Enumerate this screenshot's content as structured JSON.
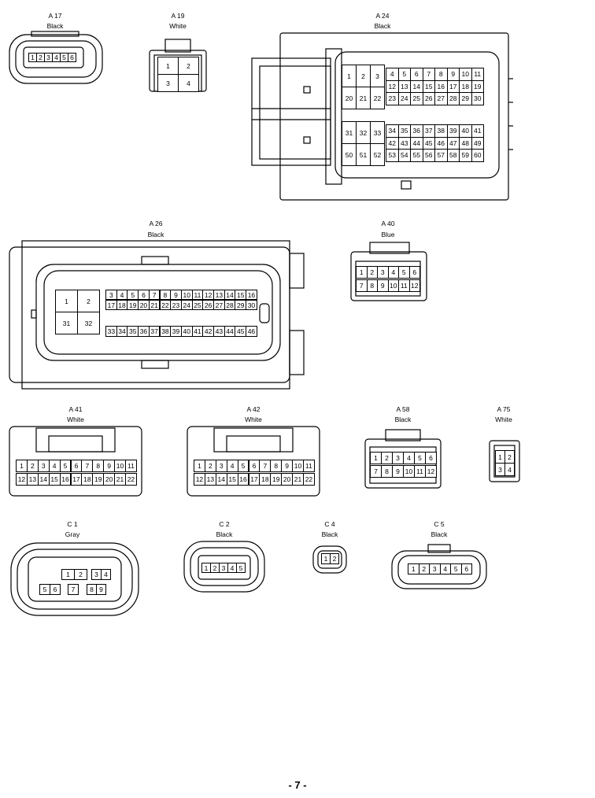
{
  "connectors": {
    "a17": {
      "code": "A 17",
      "color": "Black",
      "pins": [
        "1",
        "2",
        "3",
        "4",
        "5",
        "6"
      ]
    },
    "a19": {
      "code": "A 19",
      "color": "White",
      "pins": [
        "1",
        "2",
        "3",
        "4"
      ]
    },
    "a24": {
      "code": "A 24",
      "color": "Black",
      "left_top": [
        "1",
        "2",
        "3",
        "20",
        "21",
        "22"
      ],
      "right_top": [
        "4",
        "5",
        "6",
        "7",
        "8",
        "9",
        "10",
        "11",
        "12",
        "13",
        "14",
        "15",
        "16",
        "17",
        "18",
        "19",
        "23",
        "24",
        "25",
        "26",
        "27",
        "28",
        "29",
        "30"
      ],
      "left_bottom": [
        "31",
        "32",
        "33",
        "50",
        "51",
        "52"
      ],
      "right_bottom": [
        "34",
        "35",
        "36",
        "37",
        "38",
        "39",
        "40",
        "41",
        "42",
        "43",
        "44",
        "45",
        "46",
        "47",
        "48",
        "49",
        "53",
        "54",
        "55",
        "56",
        "57",
        "58",
        "59",
        "60"
      ]
    },
    "a26": {
      "code": "A 26",
      "color": "Black",
      "big": [
        "1",
        "2",
        "31",
        "32"
      ],
      "row1": [
        "3",
        "4",
        "5",
        "6",
        "7",
        "8",
        "9",
        "10",
        "11",
        "12",
        "13",
        "14",
        "15",
        "16"
      ],
      "row2": [
        "17",
        "18",
        "19",
        "20",
        "21",
        "22",
        "23",
        "24",
        "25",
        "26",
        "27",
        "28",
        "29",
        "30"
      ],
      "row3": [
        "33",
        "34",
        "35",
        "36",
        "37",
        "38",
        "39",
        "40",
        "41",
        "42",
        "43",
        "44",
        "45",
        "46"
      ]
    },
    "a40": {
      "code": "A 40",
      "color": "Blue",
      "row1": [
        "1",
        "2",
        "3",
        "4",
        "5",
        "6"
      ],
      "row2": [
        "7",
        "8",
        "9",
        "10",
        "11",
        "12"
      ]
    },
    "a41": {
      "code": "A 41",
      "color": "White",
      "row1": [
        "1",
        "2",
        "3",
        "4",
        "5",
        "6",
        "7",
        "8",
        "9",
        "10",
        "11"
      ],
      "row2": [
        "12",
        "13",
        "14",
        "15",
        "16",
        "17",
        "18",
        "19",
        "20",
        "21",
        "22"
      ]
    },
    "a42": {
      "code": "A 42",
      "color": "White",
      "row1": [
        "1",
        "2",
        "3",
        "4",
        "5",
        "6",
        "7",
        "8",
        "9",
        "10",
        "11"
      ],
      "row2": [
        "12",
        "13",
        "14",
        "15",
        "16",
        "17",
        "18",
        "19",
        "20",
        "21",
        "22"
      ]
    },
    "a58": {
      "code": "A 58",
      "color": "Black",
      "row1": [
        "1",
        "2",
        "3",
        "4",
        "5",
        "6"
      ],
      "row2": [
        "7",
        "8",
        "9",
        "10",
        "11",
        "12"
      ]
    },
    "a75": {
      "code": "A 75",
      "color": "White",
      "pins": [
        "1",
        "2",
        "3",
        "4"
      ]
    },
    "c1": {
      "code": "C 1",
      "color": "Gray",
      "pins": [
        "1",
        "2",
        "3",
        "4",
        "5",
        "6",
        "7",
        "8",
        "9"
      ]
    },
    "c2": {
      "code": "C 2",
      "color": "Black",
      "pins": [
        "1",
        "2",
        "3",
        "4",
        "5"
      ]
    },
    "c4": {
      "code": "C 4",
      "color": "Black",
      "pins": [
        "1",
        "2"
      ]
    },
    "c5": {
      "code": "C 5",
      "color": "Black",
      "pins": [
        "1",
        "2",
        "3",
        "4",
        "5",
        "6"
      ]
    }
  },
  "page_number": "- 7 -"
}
